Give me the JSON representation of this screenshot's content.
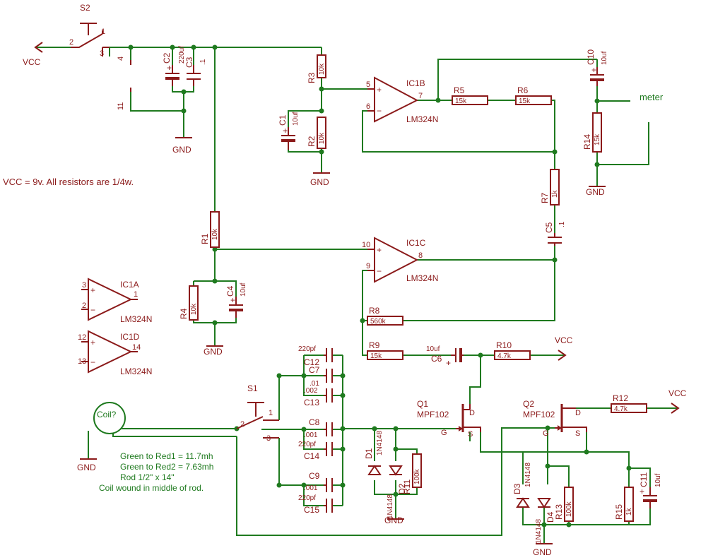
{
  "labels": {
    "vcc_top": "VCC",
    "vcc_r10": "VCC",
    "vcc_r12": "VCC",
    "gnd_1": "GND",
    "gnd_2": "GND",
    "gnd_3": "GND",
    "gnd_4": "GND",
    "gnd_5": "GND",
    "gnd_6": "GND",
    "gnd_7": "GND",
    "meter": "meter",
    "coil": "Coil?"
  },
  "notes": {
    "supply": "VCC = 9v. All resistors are 1/4w.",
    "coil_1": "Green to Red1 = 11.7mh",
    "coil_2": "Green to Red2 = 7.63mh",
    "coil_3": "Rod 1/2\" x 14\"",
    "coil_4": "Coil wound in middle of rod."
  },
  "switches": {
    "s2": {
      "name": "S2",
      "p1": "1",
      "p2": "2",
      "p3": "3"
    },
    "s1": {
      "name": "S1",
      "p1": "1",
      "p2": "2",
      "p3": "3"
    }
  },
  "opamps": {
    "ic1b": {
      "name": "IC1B",
      "part": "LM324N",
      "plus": "5",
      "minus": "6",
      "out": "7"
    },
    "ic1c": {
      "name": "IC1C",
      "part": "LM324N",
      "plus": "10",
      "minus": "9",
      "out": "8"
    },
    "ic1a": {
      "name": "IC1A",
      "part": "LM324N",
      "plus": "3",
      "minus": "2",
      "out": "1"
    },
    "ic1d": {
      "name": "IC1D",
      "part": "LM324N",
      "plus": "12",
      "minus": "13",
      "out": "14"
    },
    "supply_pin_4": "4",
    "supply_pin_11": "11"
  },
  "resistors": {
    "r1": {
      "name": "R1",
      "value": "10k"
    },
    "r2": {
      "name": "R2",
      "value": "10k"
    },
    "r3": {
      "name": "R3",
      "value": "10k"
    },
    "r4": {
      "name": "R4",
      "value": "10k"
    },
    "r5": {
      "name": "R5",
      "value": "15k"
    },
    "r6": {
      "name": "R6",
      "value": "15k"
    },
    "r7": {
      "name": "R7",
      "value": "1k"
    },
    "r8": {
      "name": "R8",
      "value": "560k"
    },
    "r9": {
      "name": "R9",
      "value": "15k"
    },
    "r10": {
      "name": "R10",
      "value": "4.7k"
    },
    "r11": {
      "name": "R11",
      "value": "100k"
    },
    "r12": {
      "name": "R12",
      "value": "4.7k"
    },
    "r13": {
      "name": "R13",
      "value": "100k"
    },
    "r14": {
      "name": "R14",
      "value": "15k"
    },
    "r15": {
      "name": "R15",
      "value": "1k"
    }
  },
  "capacitors": {
    "c1": {
      "name": "C1",
      "value": "10uf"
    },
    "c2": {
      "name": "C2",
      "value": "220uf"
    },
    "c3": {
      "name": "C3",
      "value": ".1"
    },
    "c4": {
      "name": "C4",
      "value": "10uf"
    },
    "c5": {
      "name": "C5",
      "value": ".1"
    },
    "c6": {
      "name": "C6",
      "value": "10uf"
    },
    "c7": {
      "name": "C7",
      "value": ".01"
    },
    "c8": {
      "name": "C8",
      "value": ".001"
    },
    "c9": {
      "name": "C9",
      "value": ".001"
    },
    "c10": {
      "name": "C10",
      "value": "10uf"
    },
    "c11": {
      "name": "C11",
      "value": "10uf"
    },
    "c12": {
      "name": "C12",
      "value": "220pf"
    },
    "c13": {
      "name": "C13",
      "value": ".002"
    },
    "c14": {
      "name": "C14",
      "value": "220pf"
    },
    "c15": {
      "name": "C15",
      "value": "220pf"
    }
  },
  "diodes": {
    "d1": {
      "name": "D1",
      "part": "1N4148"
    },
    "d2": {
      "name": "D2",
      "part": "1N4148"
    },
    "d3": {
      "name": "D3",
      "part": "1N4148"
    },
    "d4": {
      "name": "D4",
      "part": "1N4148"
    }
  },
  "transistors": {
    "q1": {
      "name": "Q1",
      "part": "MPF102",
      "d": "D",
      "g": "G",
      "s": "S"
    },
    "q2": {
      "name": "Q2",
      "part": "MPF102",
      "d": "D",
      "g": "G",
      "s": "S"
    }
  },
  "colors": {
    "wire": "#1f7a1f",
    "part": "#8b1a1a",
    "background": "#ffffff"
  }
}
